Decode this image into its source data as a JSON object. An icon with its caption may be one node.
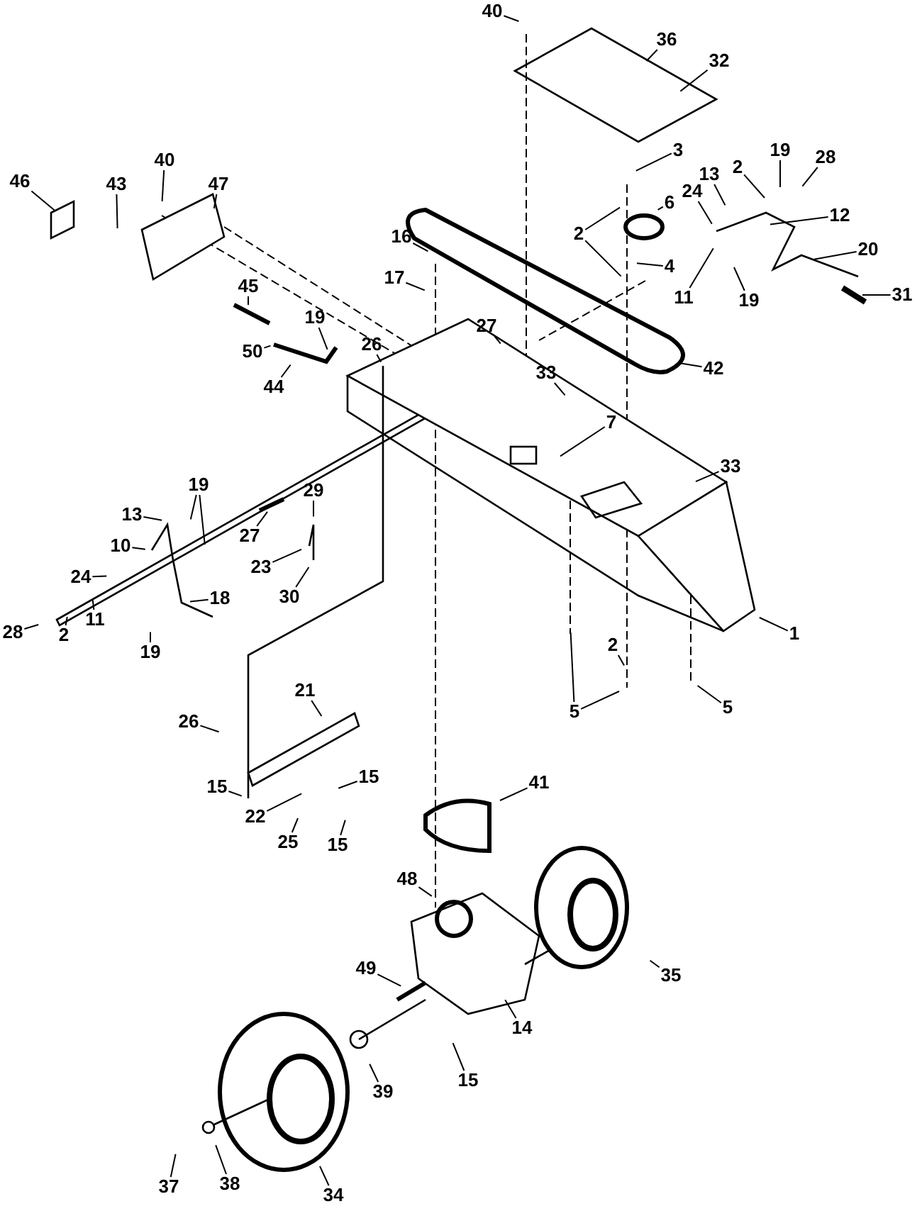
{
  "diagram": {
    "nodes": [
      {
        "text": [
          "40"
        ]
      },
      {
        "text": [
          "36"
        ]
      },
      {
        "text": [
          "32"
        ]
      },
      {
        "text": [
          "3"
        ]
      },
      {
        "text": [
          "19"
        ]
      },
      {
        "text": [
          "28"
        ]
      },
      {
        "text": [
          "40"
        ]
      },
      {
        "text": [
          "13"
        ]
      },
      {
        "text": [
          "2"
        ]
      },
      {
        "text": [
          "46"
        ]
      },
      {
        "text": [
          "47"
        ]
      },
      {
        "text": [
          "43"
        ]
      },
      {
        "text": [
          "24"
        ]
      },
      {
        "text": [
          "6"
        ]
      },
      {
        "text": [
          "12"
        ]
      },
      {
        "text": [
          "2"
        ]
      },
      {
        "text": [
          "16"
        ]
      },
      {
        "text": [
          "4"
        ]
      },
      {
        "text": [
          "20"
        ]
      },
      {
        "text": [
          "17"
        ]
      },
      {
        "text": [
          "11"
        ]
      },
      {
        "text": [
          "45"
        ]
      },
      {
        "text": [
          "31"
        ]
      },
      {
        "text": [
          "19"
        ]
      },
      {
        "text": [
          "19"
        ]
      },
      {
        "text": [
          "27"
        ]
      },
      {
        "text": [
          "26"
        ]
      },
      {
        "text": [
          "50"
        ]
      },
      {
        "text": [
          "42"
        ]
      },
      {
        "text": [
          "33"
        ]
      },
      {
        "text": [
          "44"
        ]
      },
      {
        "text": [
          "7"
        ]
      },
      {
        "text": [
          "33"
        ]
      },
      {
        "text": [
          "19"
        ]
      },
      {
        "text": [
          "29"
        ]
      },
      {
        "text": [
          "13"
        ]
      },
      {
        "text": [
          "27"
        ]
      },
      {
        "text": [
          "10"
        ]
      },
      {
        "text": [
          "23"
        ]
      },
      {
        "text": [
          "24"
        ]
      },
      {
        "text": [
          "30"
        ]
      },
      {
        "text": [
          "18"
        ]
      },
      {
        "text": [
          "11"
        ]
      },
      {
        "text": [
          "28"
        ]
      },
      {
        "text": [
          "1"
        ]
      },
      {
        "text": [
          "2"
        ]
      },
      {
        "text": [
          "2"
        ]
      },
      {
        "text": [
          "19"
        ]
      },
      {
        "text": [
          "21"
        ]
      },
      {
        "text": [
          "5"
        ]
      },
      {
        "text": [
          "5"
        ]
      },
      {
        "text": [
          "26"
        ]
      },
      {
        "text": [
          "15"
        ]
      },
      {
        "text": [
          "41"
        ]
      },
      {
        "text": [
          "15"
        ]
      },
      {
        "text": [
          "22"
        ]
      },
      {
        "text": [
          "25"
        ]
      },
      {
        "text": [
          "15"
        ]
      },
      {
        "text": [
          "48"
        ]
      },
      {
        "text": [
          "49"
        ]
      },
      {
        "text": [
          "35"
        ]
      },
      {
        "text": [
          "14"
        ]
      },
      {
        "text": [
          "15"
        ]
      },
      {
        "text": [
          "39"
        ]
      },
      {
        "text": [
          "38"
        ]
      },
      {
        "text": [
          "37"
        ]
      },
      {
        "text": [
          "34"
        ]
      }
    ],
    "edges": [
      {
        "from": 0,
        "to": null,
        "arrow": "none"
      },
      {
        "from": 1,
        "to": null,
        "arrow": "none"
      },
      {
        "from": 2,
        "to": null,
        "arrow": "none"
      },
      {
        "from": 3,
        "to": null,
        "arrow": "none"
      },
      {
        "from": 4,
        "to": null,
        "arrow": "none"
      },
      {
        "from": 5,
        "to": null,
        "arrow": "none"
      },
      {
        "from": 6,
        "to": null,
        "arrow": "none"
      },
      {
        "from": 7,
        "to": null,
        "arrow": "none"
      },
      {
        "from": 8,
        "to": null,
        "arrow": "none"
      },
      {
        "from": 9,
        "to": null,
        "arrow": "none"
      },
      {
        "from": 10,
        "to": null,
        "arrow": "none"
      },
      {
        "from": 11,
        "to": null,
        "arrow": "none"
      },
      {
        "from": 12,
        "to": null,
        "arrow": "none"
      },
      {
        "from": 13,
        "to": null,
        "arrow": "none"
      },
      {
        "from": 14,
        "to": null,
        "arrow": "none"
      },
      {
        "from": 15,
        "to": null,
        "arrow": "none"
      },
      {
        "from": 15,
        "to": null,
        "arrow": "none"
      },
      {
        "from": 16,
        "to": null,
        "arrow": "none"
      },
      {
        "from": 17,
        "to": null,
        "arrow": "none"
      },
      {
        "from": 18,
        "to": null,
        "arrow": "none"
      },
      {
        "from": 19,
        "to": null,
        "arrow": "none"
      },
      {
        "from": 20,
        "to": null,
        "arrow": "none"
      },
      {
        "from": 21,
        "to": null,
        "arrow": "none"
      },
      {
        "from": 22,
        "to": null,
        "arrow": "none"
      },
      {
        "from": 23,
        "to": null,
        "arrow": "none"
      },
      {
        "from": 24,
        "to": null,
        "arrow": "none"
      },
      {
        "from": 25,
        "to": null,
        "arrow": "none"
      },
      {
        "from": 26,
        "to": null,
        "arrow": "none"
      },
      {
        "from": 27,
        "to": null,
        "arrow": "none"
      },
      {
        "from": 28,
        "to": null,
        "arrow": "none"
      },
      {
        "from": 29,
        "to": null,
        "arrow": "none"
      },
      {
        "from": 30,
        "to": null,
        "arrow": "none"
      },
      {
        "from": 31,
        "to": null,
        "arrow": "none"
      },
      {
        "from": 32,
        "to": null,
        "arrow": "none"
      },
      {
        "from": 33,
        "to": null,
        "arrow": "none"
      },
      {
        "from": 33,
        "to": null,
        "arrow": "none"
      },
      {
        "from": 34,
        "to": null,
        "arrow": "none"
      },
      {
        "from": 35,
        "to": null,
        "arrow": "none"
      },
      {
        "from": 36,
        "to": null,
        "arrow": "none"
      },
      {
        "from": 37,
        "to": null,
        "arrow": "none"
      },
      {
        "from": 38,
        "to": null,
        "arrow": "none"
      },
      {
        "from": 39,
        "to": null,
        "arrow": "none"
      },
      {
        "from": 40,
        "to": null,
        "arrow": "none"
      },
      {
        "from": 41,
        "to": null,
        "arrow": "none"
      },
      {
        "from": 42,
        "to": null,
        "arrow": "none"
      },
      {
        "from": 43,
        "to": null,
        "arrow": "none"
      },
      {
        "from": 44,
        "to": null,
        "arrow": "none"
      },
      {
        "from": 45,
        "to": null,
        "arrow": "none"
      },
      {
        "from": 46,
        "to": null,
        "arrow": "none"
      },
      {
        "from": 47,
        "to": null,
        "arrow": "none"
      },
      {
        "from": 48,
        "to": null,
        "arrow": "none"
      },
      {
        "from": 49,
        "to": null,
        "arrow": "none"
      },
      {
        "from": 50,
        "to": null,
        "arrow": "none"
      },
      {
        "from": 50,
        "to": null,
        "arrow": "none"
      },
      {
        "from": 51,
        "to": null,
        "arrow": "none"
      },
      {
        "from": 52,
        "to": null,
        "arrow": "none"
      },
      {
        "from": 53,
        "to": null,
        "arrow": "none"
      },
      {
        "from": 54,
        "to": null,
        "arrow": "none"
      },
      {
        "from": 55,
        "to": null,
        "arrow": "none"
      },
      {
        "from": 56,
        "to": null,
        "arrow": "none"
      },
      {
        "from": 57,
        "to": null,
        "arrow": "none"
      },
      {
        "from": 58,
        "to": null,
        "arrow": "none"
      },
      {
        "from": 59,
        "to": null,
        "arrow": "none"
      },
      {
        "from": 60,
        "to": null,
        "arrow": "none"
      },
      {
        "from": 61,
        "to": null,
        "arrow": "none"
      },
      {
        "from": 62,
        "to": null,
        "arrow": "none"
      },
      {
        "from": 63,
        "to": null,
        "arrow": "none"
      },
      {
        "from": 64,
        "to": null,
        "arrow": "none"
      },
      {
        "from": 65,
        "to": null,
        "arrow": "none"
      },
      {
        "from": 66,
        "to": null,
        "arrow": "none"
      }
    ]
  }
}
